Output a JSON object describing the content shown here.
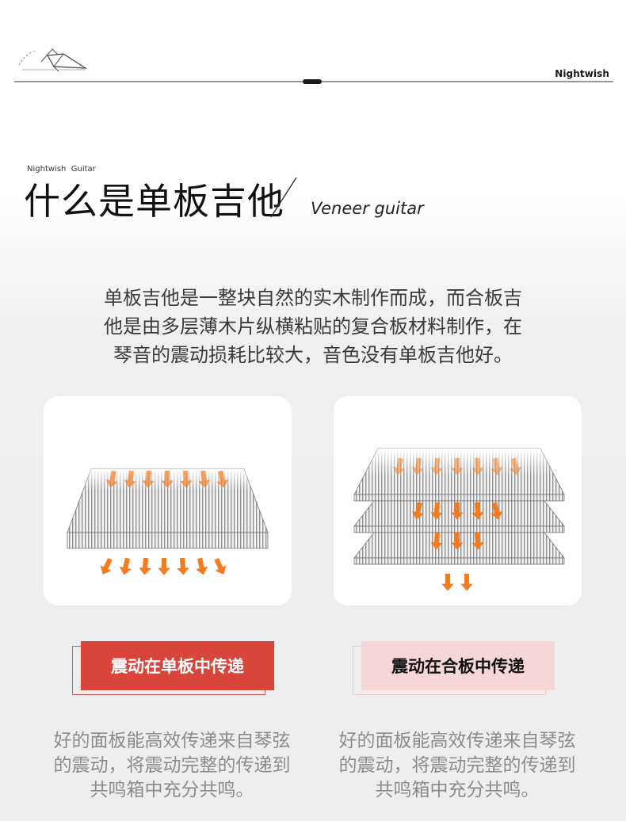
{
  "header": {
    "brand": "Nightwish",
    "logo_icon": "paper-plane-mountain-icon"
  },
  "section": {
    "eyebrow": "Nightwish  Guitar",
    "title": "什么是单板吉他",
    "subtitle": "Veneer guitar",
    "intro_lines": [
      "单板吉他是一整块自然的实木制作而成，而合板吉",
      "他是由多层薄木片纵横粘贴的复合板材料制作，在",
      "琴音的震动损耗比较大，音色没有单板吉他好。"
    ]
  },
  "cards": {
    "left": {
      "diagram_icon": "single-board-vibration-icon",
      "label": "震动在单板中传递",
      "desc_lines": [
        "好的面板能高效传递来自琴弦",
        "的震动，将震动完整的传递到",
        "共鸣箱中充分共鸣。"
      ]
    },
    "right": {
      "diagram_icon": "plywood-vibration-icon",
      "label": "震动在合板中传递",
      "desc_lines": [
        "好的面板能高效传递来自琴弦",
        "的震动，将震动完整的传递到",
        "共鸣箱中充分共鸣。"
      ]
    }
  },
  "colors": {
    "accent_red": "#d9453a",
    "accent_pink": "#f5d7d7",
    "arrow_orange": "#f47b20"
  }
}
